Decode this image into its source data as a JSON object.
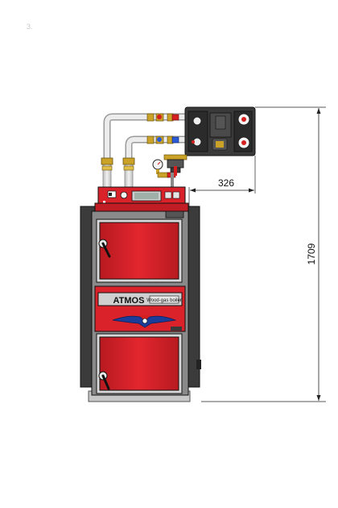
{
  "figure_number": "3.",
  "dimensions": {
    "offset_label": "326",
    "height_label": "1709"
  },
  "brand": {
    "name": "ATMOS",
    "model": "Wood-gas boiler"
  },
  "colors": {
    "boiler_red": "#d9222a",
    "dark_panel": "#3a3a3a",
    "pipe": "#d6d6d6",
    "valve_red": "#d61f1f",
    "valve_blue": "#2a5bd6",
    "brass": "#c9a227"
  }
}
